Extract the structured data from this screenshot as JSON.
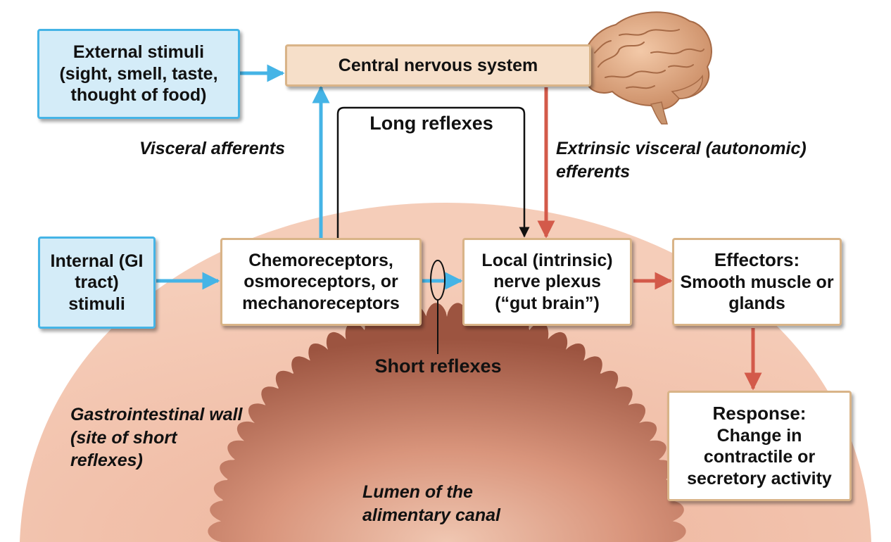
{
  "boxes": {
    "external_stimuli": "External stimuli (sight, smell, taste, thought of food)",
    "central_nervous_system": "Central nervous system",
    "internal_stimuli": "Internal (GI tract) stimuli",
    "receptors": "Chemoreceptors, osmoreceptors, or mechanoreceptors",
    "local_plexus": "Local (intrinsic) nerve plexus (“gut brain”)",
    "effectors_title": "Effectors:",
    "effectors_body": "Smooth muscle or glands",
    "response_title": "Response:",
    "response_body": "Change in contractile or secretory activity"
  },
  "labels": {
    "long_reflexes": "Long reflexes",
    "short_reflexes": "Short reflexes",
    "visceral_afferents": "Visceral afferents",
    "extrinsic_efferents": "Extrinsic visceral (autonomic) efferents",
    "gi_wall": "Gastrointestinal wall (site of short reflexes)",
    "lumen": "Lumen of the alimentary canal"
  },
  "colors": {
    "afferent_arrow": "#45b4e6",
    "efferent_arrow": "#d35a4a",
    "long_reflex_arrow": "#111111",
    "gi_wall_fill": "#f2c3ad",
    "lumen_fill": "#b4705a",
    "box_border": "#d9b488",
    "stimulus_box_fill": "#d4ecf8"
  },
  "icons": {
    "brain": "brain-illustration"
  }
}
